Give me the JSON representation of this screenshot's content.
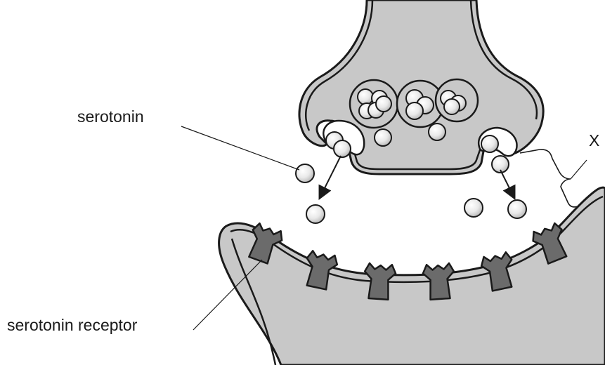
{
  "labels": {
    "serotonin": "serotonin",
    "serotonin_receptor": "serotonin receptor",
    "x": "X"
  },
  "colors": {
    "membrane_fill": "#c8c8c8",
    "receptor_fill": "#6b6b6b",
    "outline": "#1a1a1a",
    "background": "#ffffff"
  }
}
